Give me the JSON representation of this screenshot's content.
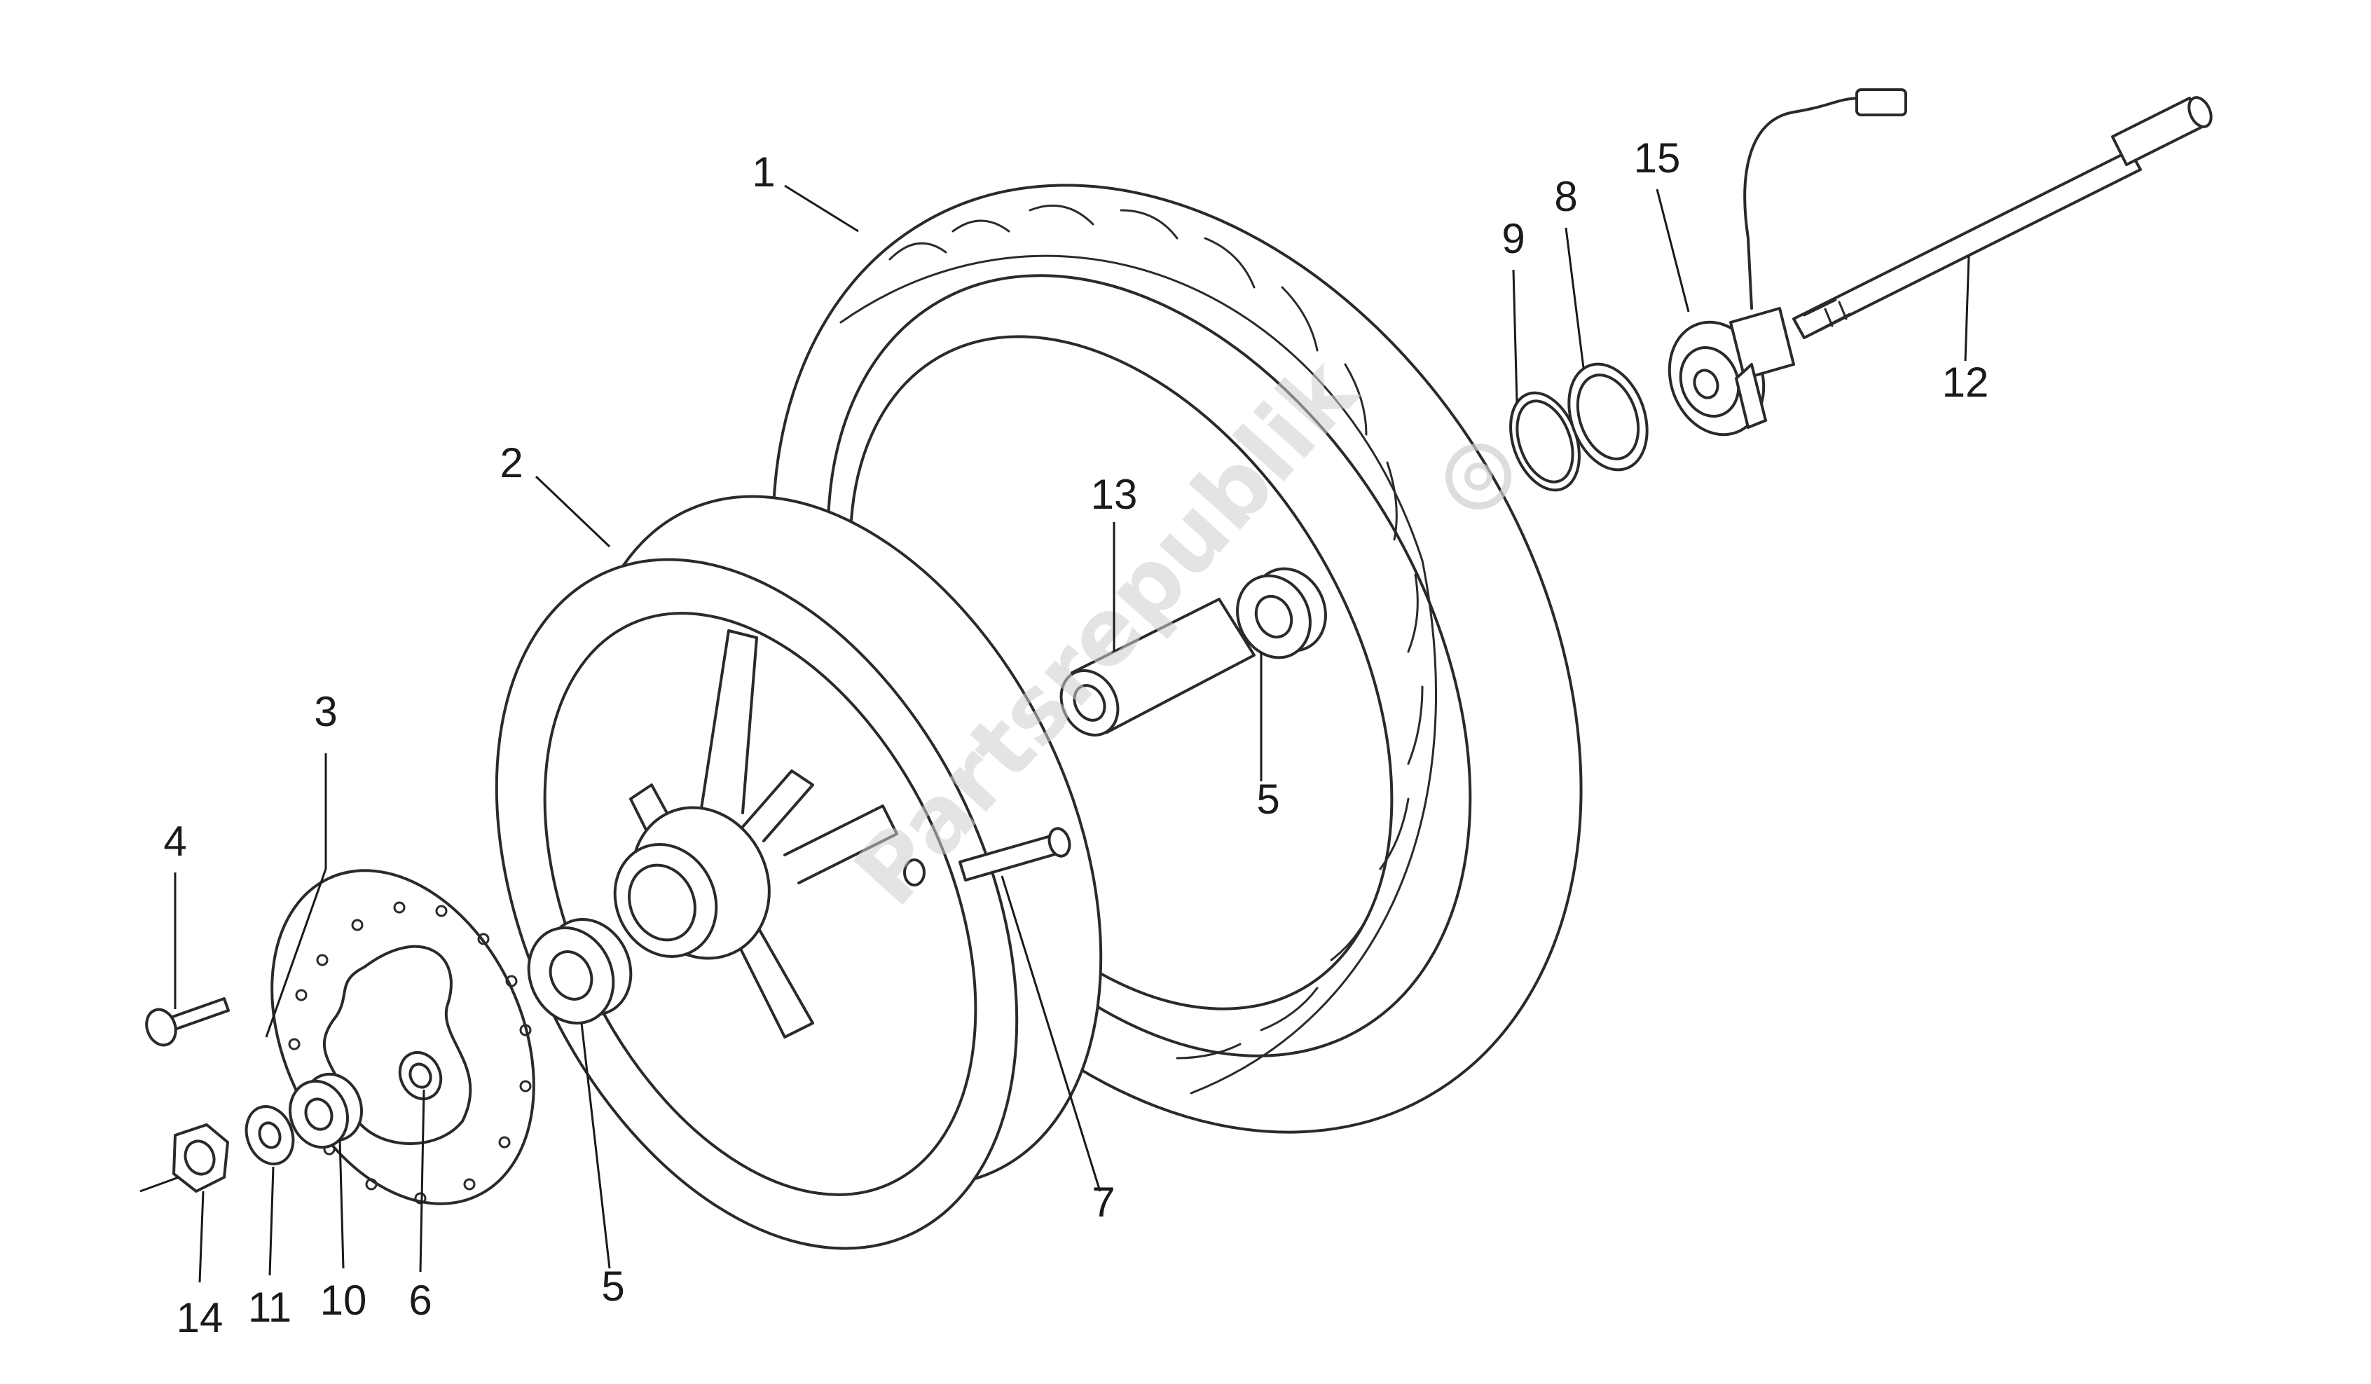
{
  "diagram": {
    "watermark": "Partsrepublik",
    "parts": [
      {
        "id": "1",
        "label": "1"
      },
      {
        "id": "2",
        "label": "2"
      },
      {
        "id": "3",
        "label": "3"
      },
      {
        "id": "4",
        "label": "4"
      },
      {
        "id": "5a",
        "label": "5"
      },
      {
        "id": "5b",
        "label": "5"
      },
      {
        "id": "6",
        "label": "6"
      },
      {
        "id": "7",
        "label": "7"
      },
      {
        "id": "8",
        "label": "8"
      },
      {
        "id": "9",
        "label": "9"
      },
      {
        "id": "10",
        "label": "10"
      },
      {
        "id": "11",
        "label": "11"
      },
      {
        "id": "12",
        "label": "12"
      },
      {
        "id": "13",
        "label": "13"
      },
      {
        "id": "14",
        "label": "14"
      },
      {
        "id": "15",
        "label": "15"
      }
    ]
  }
}
